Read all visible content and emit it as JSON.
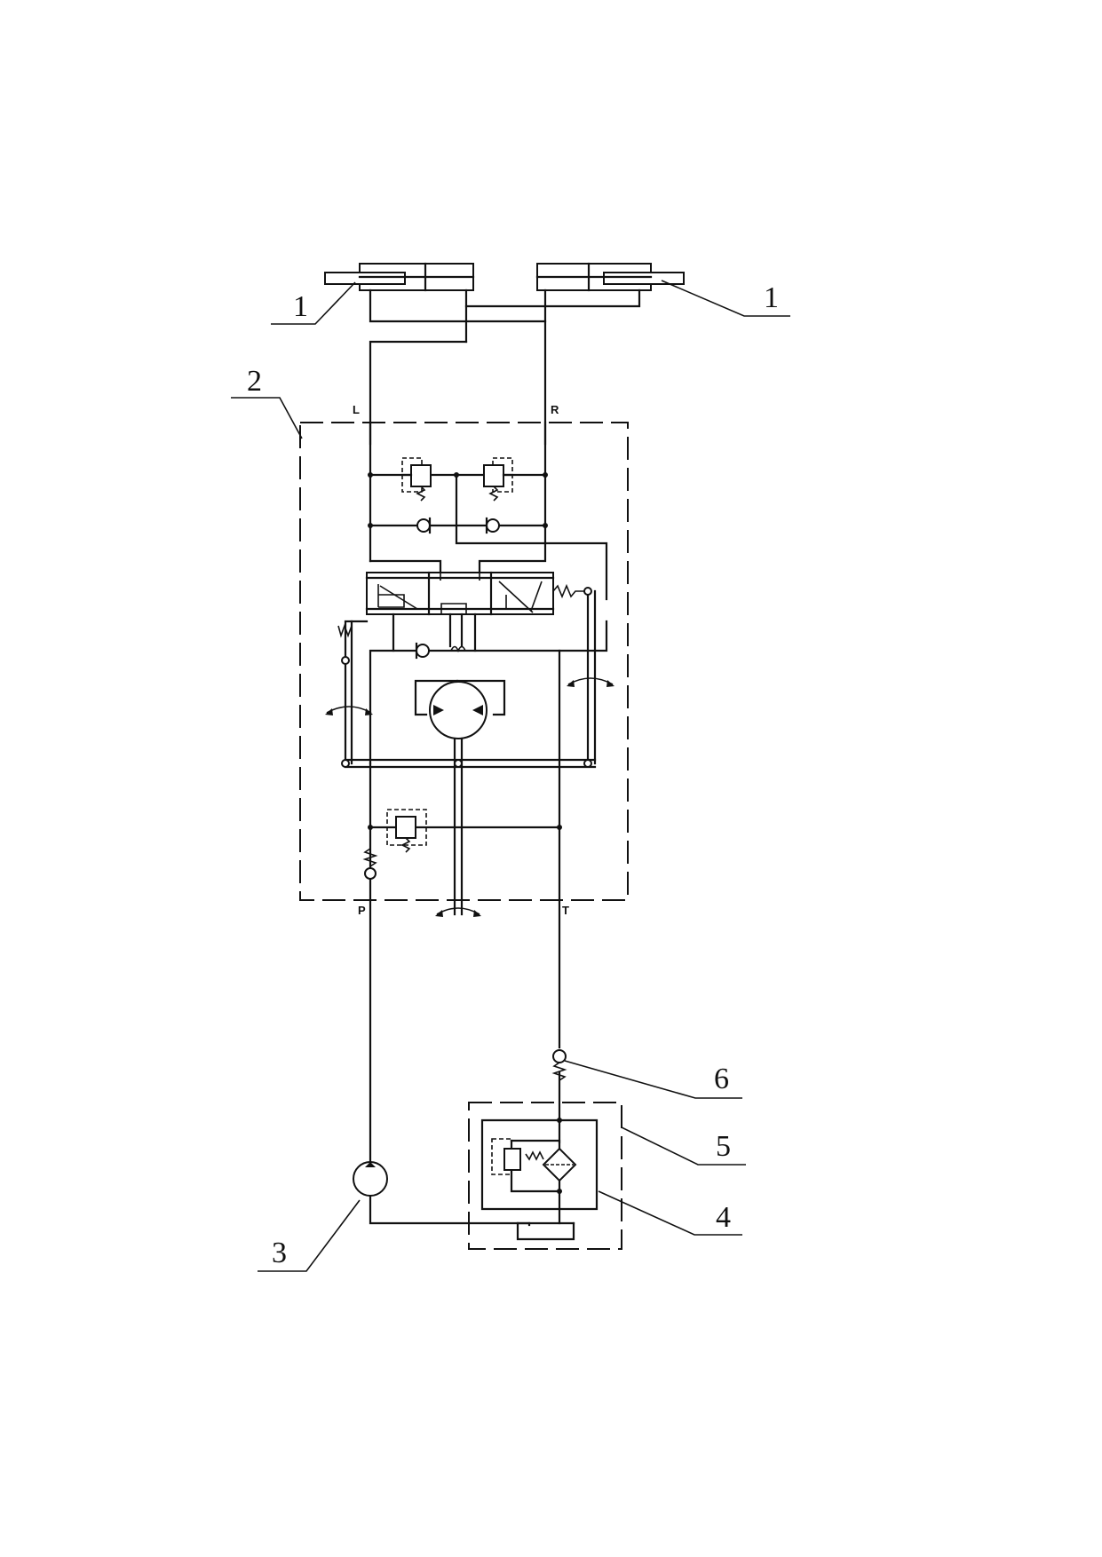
{
  "callouts": {
    "cyl_left": "1",
    "cyl_right": "1",
    "steering_unit": "2",
    "pump": "3",
    "relief_filter": "4",
    "filter_box": "5",
    "check_valve": "6"
  },
  "ports": {
    "L": "L",
    "R": "R",
    "P": "P",
    "T": "T"
  },
  "colors": {
    "line": "#111111",
    "background": "#ffffff"
  }
}
